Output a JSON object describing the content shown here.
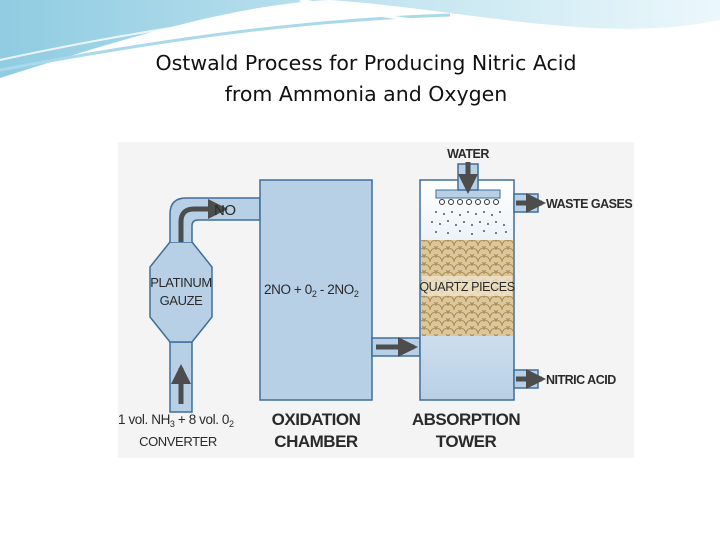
{
  "slide": {
    "title_line1": "Ostwald Process for Producing Nitric Acid",
    "title_line2": "from Ammonia and Oxygen"
  },
  "diagram": {
    "labels": {
      "no": "NO",
      "platinum": "PLATINUM",
      "gauze": "GAUZE",
      "feed_nh3": "1 vol. NH",
      "feed_sub3": "3",
      "feed_plus": " + 8 vol. 0",
      "feed_sub2": "2",
      "converter": "CONVERTER",
      "reaction_a": "2NO + 0",
      "reaction_sub_a": "2",
      "reaction_b": " - 2NO",
      "reaction_sub_b": "2",
      "oxidation": "OXIDATION",
      "chamber": "CHAMBER",
      "water": "WATER",
      "waste_gases": "WASTE GASES",
      "quartz_pieces": "QUARTZ PIECES",
      "nitric_acid": "NITRIC ACID",
      "absorption": "ABSORPTION",
      "tower": "TOWER"
    },
    "colors": {
      "vessel_fill": "#b8d0e6",
      "vessel_stroke": "#3e6e9a",
      "quartz_fill": "#d9c49a",
      "arrow": "#4d4d4d",
      "panel_bg": "#f4f4f4"
    }
  }
}
